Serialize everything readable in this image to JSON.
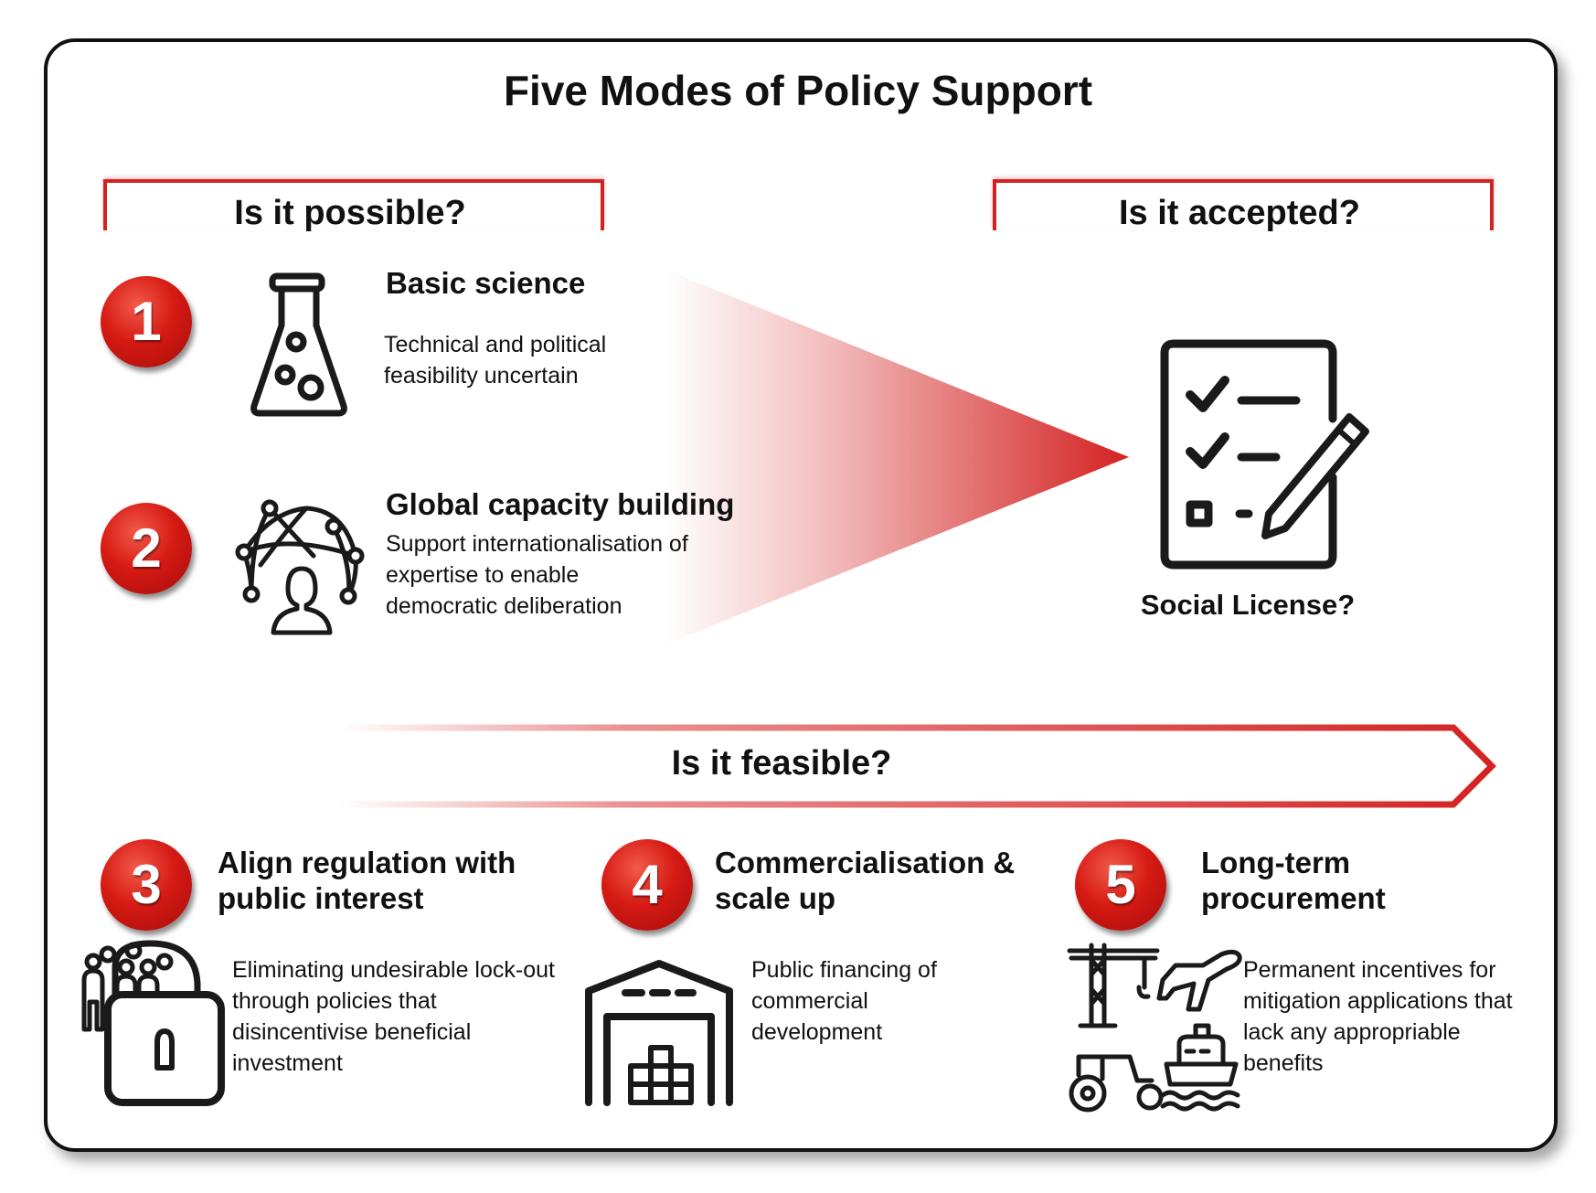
{
  "title": "Five Modes of Policy Support",
  "questions": {
    "possible": "Is it possible?",
    "accepted": "Is it accepted?",
    "feasible": "Is it feasible?"
  },
  "modes": [
    {
      "number": "1",
      "title": "Basic science",
      "description": [
        "Technical and political",
        "feasibility uncertain"
      ],
      "icon": "flask-icon"
    },
    {
      "number": "2",
      "title": "Global capacity building",
      "description": [
        "Support internationalisation of",
        "expertise to enable",
        "democratic deliberation"
      ],
      "icon": "global-network-person-icon"
    },
    {
      "number": "3",
      "title": [
        "Align regulation with",
        "public interest"
      ],
      "description": [
        "Eliminating undesirable lock-out",
        "through policies that",
        "disincentivise beneficial",
        "investment"
      ],
      "icon": "people-lock-icon"
    },
    {
      "number": "4",
      "title": [
        "Commercialisation &",
        "scale up"
      ],
      "description": [
        "Public financing of",
        "commercial",
        "development"
      ],
      "icon": "warehouse-icon"
    },
    {
      "number": "5",
      "title": [
        "Long-term",
        "procurement"
      ],
      "description": [
        "Permanent incentives for",
        "mitigation applications that",
        "lack any appropriable",
        "benefits"
      ],
      "icon": "industry-transport-icon"
    }
  ],
  "social_license": {
    "label": "Social License?",
    "icon": "checklist-pencil-icon"
  },
  "colors": {
    "accent": "#d42222",
    "text": "#111111"
  }
}
